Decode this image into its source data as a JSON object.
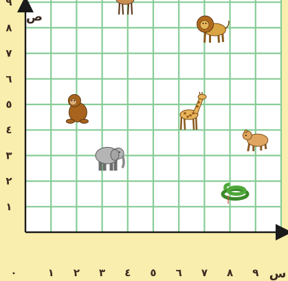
{
  "axis": {
    "x_label": "س",
    "y_label": "ص",
    "origin_label": "٠",
    "x_ticks": [
      "١",
      "٢",
      "٣",
      "٤",
      "٥",
      "٦",
      "٧",
      "٨",
      "٩"
    ],
    "y_ticks": [
      "١",
      "٢",
      "٣",
      "٤",
      "٥",
      "٦",
      "٧",
      "٨",
      "٩"
    ]
  },
  "colors": {
    "background": "#FAEEAE",
    "grid_fill": "#FFFFFF",
    "grid_lines": "#86CC96",
    "axes": "#1A1A1A",
    "tick_labels": "#3A2A20"
  },
  "animals": [
    {
      "name": "deer-icon",
      "x": 3.9,
      "y": 9.0
    },
    {
      "name": "lion-icon",
      "x": 7.3,
      "y": 7.9
    },
    {
      "name": "monkey-icon",
      "x": 2.0,
      "y": 4.8
    },
    {
      "name": "giraffe-icon",
      "x": 6.4,
      "y": 4.6
    },
    {
      "name": "bear-icon",
      "x": 9.0,
      "y": 3.6
    },
    {
      "name": "elephant-icon",
      "x": 3.2,
      "y": 3.0
    },
    {
      "name": "snake-icon",
      "x": 8.2,
      "y": 1.6
    }
  ]
}
